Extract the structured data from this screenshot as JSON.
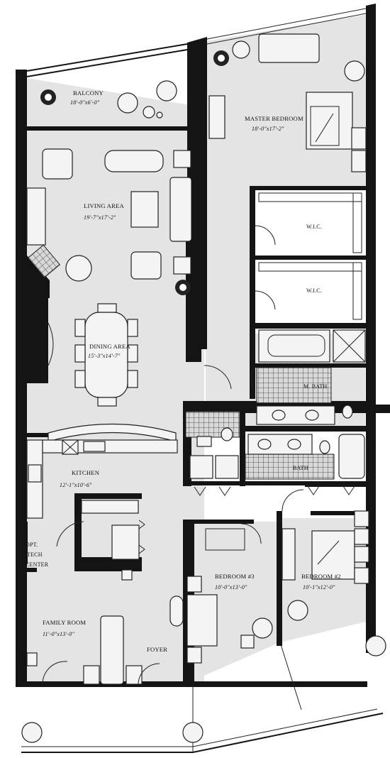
{
  "rooms": {
    "balcony": {
      "name": "BALCONY",
      "dims": "18'-0\"x6'-0\""
    },
    "master_bedroom": {
      "name": "MASTER BEDROOM",
      "dims": "18'-0\"x17'-2\""
    },
    "living_area": {
      "name": "LIVING AREA",
      "dims": "19'-7\"x17'-2\""
    },
    "wic_1": {
      "name": "W.I.C."
    },
    "wic_2": {
      "name": "W.I.C."
    },
    "dining_area": {
      "name": "DINING AREA",
      "dims": "15'-3\"x14'-7\""
    },
    "master_bath": {
      "name": "M. BATH"
    },
    "bath": {
      "name": "BATH"
    },
    "kitchen": {
      "name": "KITCHEN",
      "dims": "12'-1\"x10'-6\""
    },
    "tech_center": {
      "line1": "OPT.",
      "line2": "TECH",
      "line3": "CENTER"
    },
    "bedroom_3": {
      "name": "BEDROOM #3",
      "dims": "10'-0\"x13'-0\""
    },
    "bedroom_2": {
      "name": "BEDROOM #2",
      "dims": "10'-1\"x12'-0\""
    },
    "family_room": {
      "name": "FAMILY ROOM",
      "dims": "11'-0\"x13'-0\""
    },
    "foyer": {
      "name": "FOYER"
    }
  }
}
